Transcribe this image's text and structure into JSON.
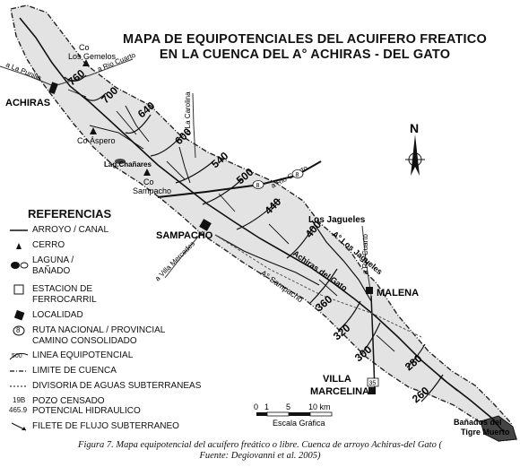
{
  "title": {
    "line1": "MAPA DE EQUIPOTENCIALES DEL ACUIFERO FREATICO",
    "line2": "EN LA CUENCA DEL  A°  ACHIRAS - DEL GATO"
  },
  "north_label": "N",
  "places": {
    "achiras": "ACHIRAS",
    "sampacho": "SAMPACHO",
    "malena": "MALENA",
    "villa_marcelina_1": "VILLA",
    "villa_marcelina_2": "MARCELINA",
    "co_los_gemelos_1": "Co",
    "co_los_gemelos_2": "Los Gemelos",
    "co_aspero": "Co Áspero",
    "lag_chanares": "Lag.Chañares",
    "co_sampacho_1": "Co",
    "co_sampacho_2": "Sampacho",
    "los_jagueles": "Los Jagueles",
    "a_los_jagueles": "A° Los Jagueles",
    "achiras_del_gato": "Achiras del Gato",
    "a_sampacho": "A° Sampacho",
    "banados_1": "Bañados del",
    "banados_2": "Tigre Muerto"
  },
  "roads": {
    "a_la_punilla": "a La Punilla",
    "a_rio_cuarto_1": "a Rio Cuarto",
    "a_la_carolina": "a La Carolina",
    "a_rio_cuarto_2": "a Rio Cuarto",
    "a_villa_mercedes": "a Villa Mercedes",
    "a_rio_cuarto_3": "a Rio Cuarto",
    "route_8_a": "8",
    "route_8_b": "8",
    "route_35": "35"
  },
  "contours": [
    "760",
    "700",
    "640",
    "600",
    "540",
    "500",
    "440",
    "400",
    "360",
    "320",
    "300",
    "280",
    "260"
  ],
  "legend": {
    "heading": "REFERENCIAS",
    "items": [
      {
        "id": "arroyo",
        "label": "ARROYO / CANAL"
      },
      {
        "id": "cerro",
        "label": "CERRO"
      },
      {
        "id": "laguna",
        "label": "LAGUNA /"
      },
      {
        "id": "laguna2",
        "label": "BAÑADO"
      },
      {
        "id": "estacion",
        "label": "ESTACION DE"
      },
      {
        "id": "estacion2",
        "label": "FERROCARRIL"
      },
      {
        "id": "localidad",
        "label": "LOCALIDAD"
      },
      {
        "id": "ruta",
        "label": "RUTA NACIONAL / PROVINCIAL"
      },
      {
        "id": "camino",
        "label": "CAMINO CONSOLIDADO"
      },
      {
        "id": "equipot",
        "label": "LINEA EQUIPOTENCIAL"
      },
      {
        "id": "limite",
        "label": "LIMITE DE  CUENCA"
      },
      {
        "id": "divisoria",
        "label": "DIVISORIA DE AGUAS SUBTERRANEAS"
      },
      {
        "id": "pozo",
        "label": "POZO CENSADO"
      },
      {
        "id": "potencial",
        "label": "POTENCIAL HIDRAULICO"
      },
      {
        "id": "filete",
        "label": "FILETE DE FLUJO SUBTERRANEO"
      }
    ],
    "route_sample": "8",
    "equip_sample": "500",
    "well_code": "19B",
    "well_value": "465.9"
  },
  "scale": {
    "t0": "0",
    "t1": "1",
    "t5": "5",
    "t10": "10 km",
    "label": "Escala Gráfica"
  },
  "caption": {
    "line1": "Figura 7. Mapa equipotencial del acuífero freático o libre. Cuenca de arroyo Achiras-del Gato (",
    "line2": "Fuente: Degiovanni et al. 2005)"
  }
}
